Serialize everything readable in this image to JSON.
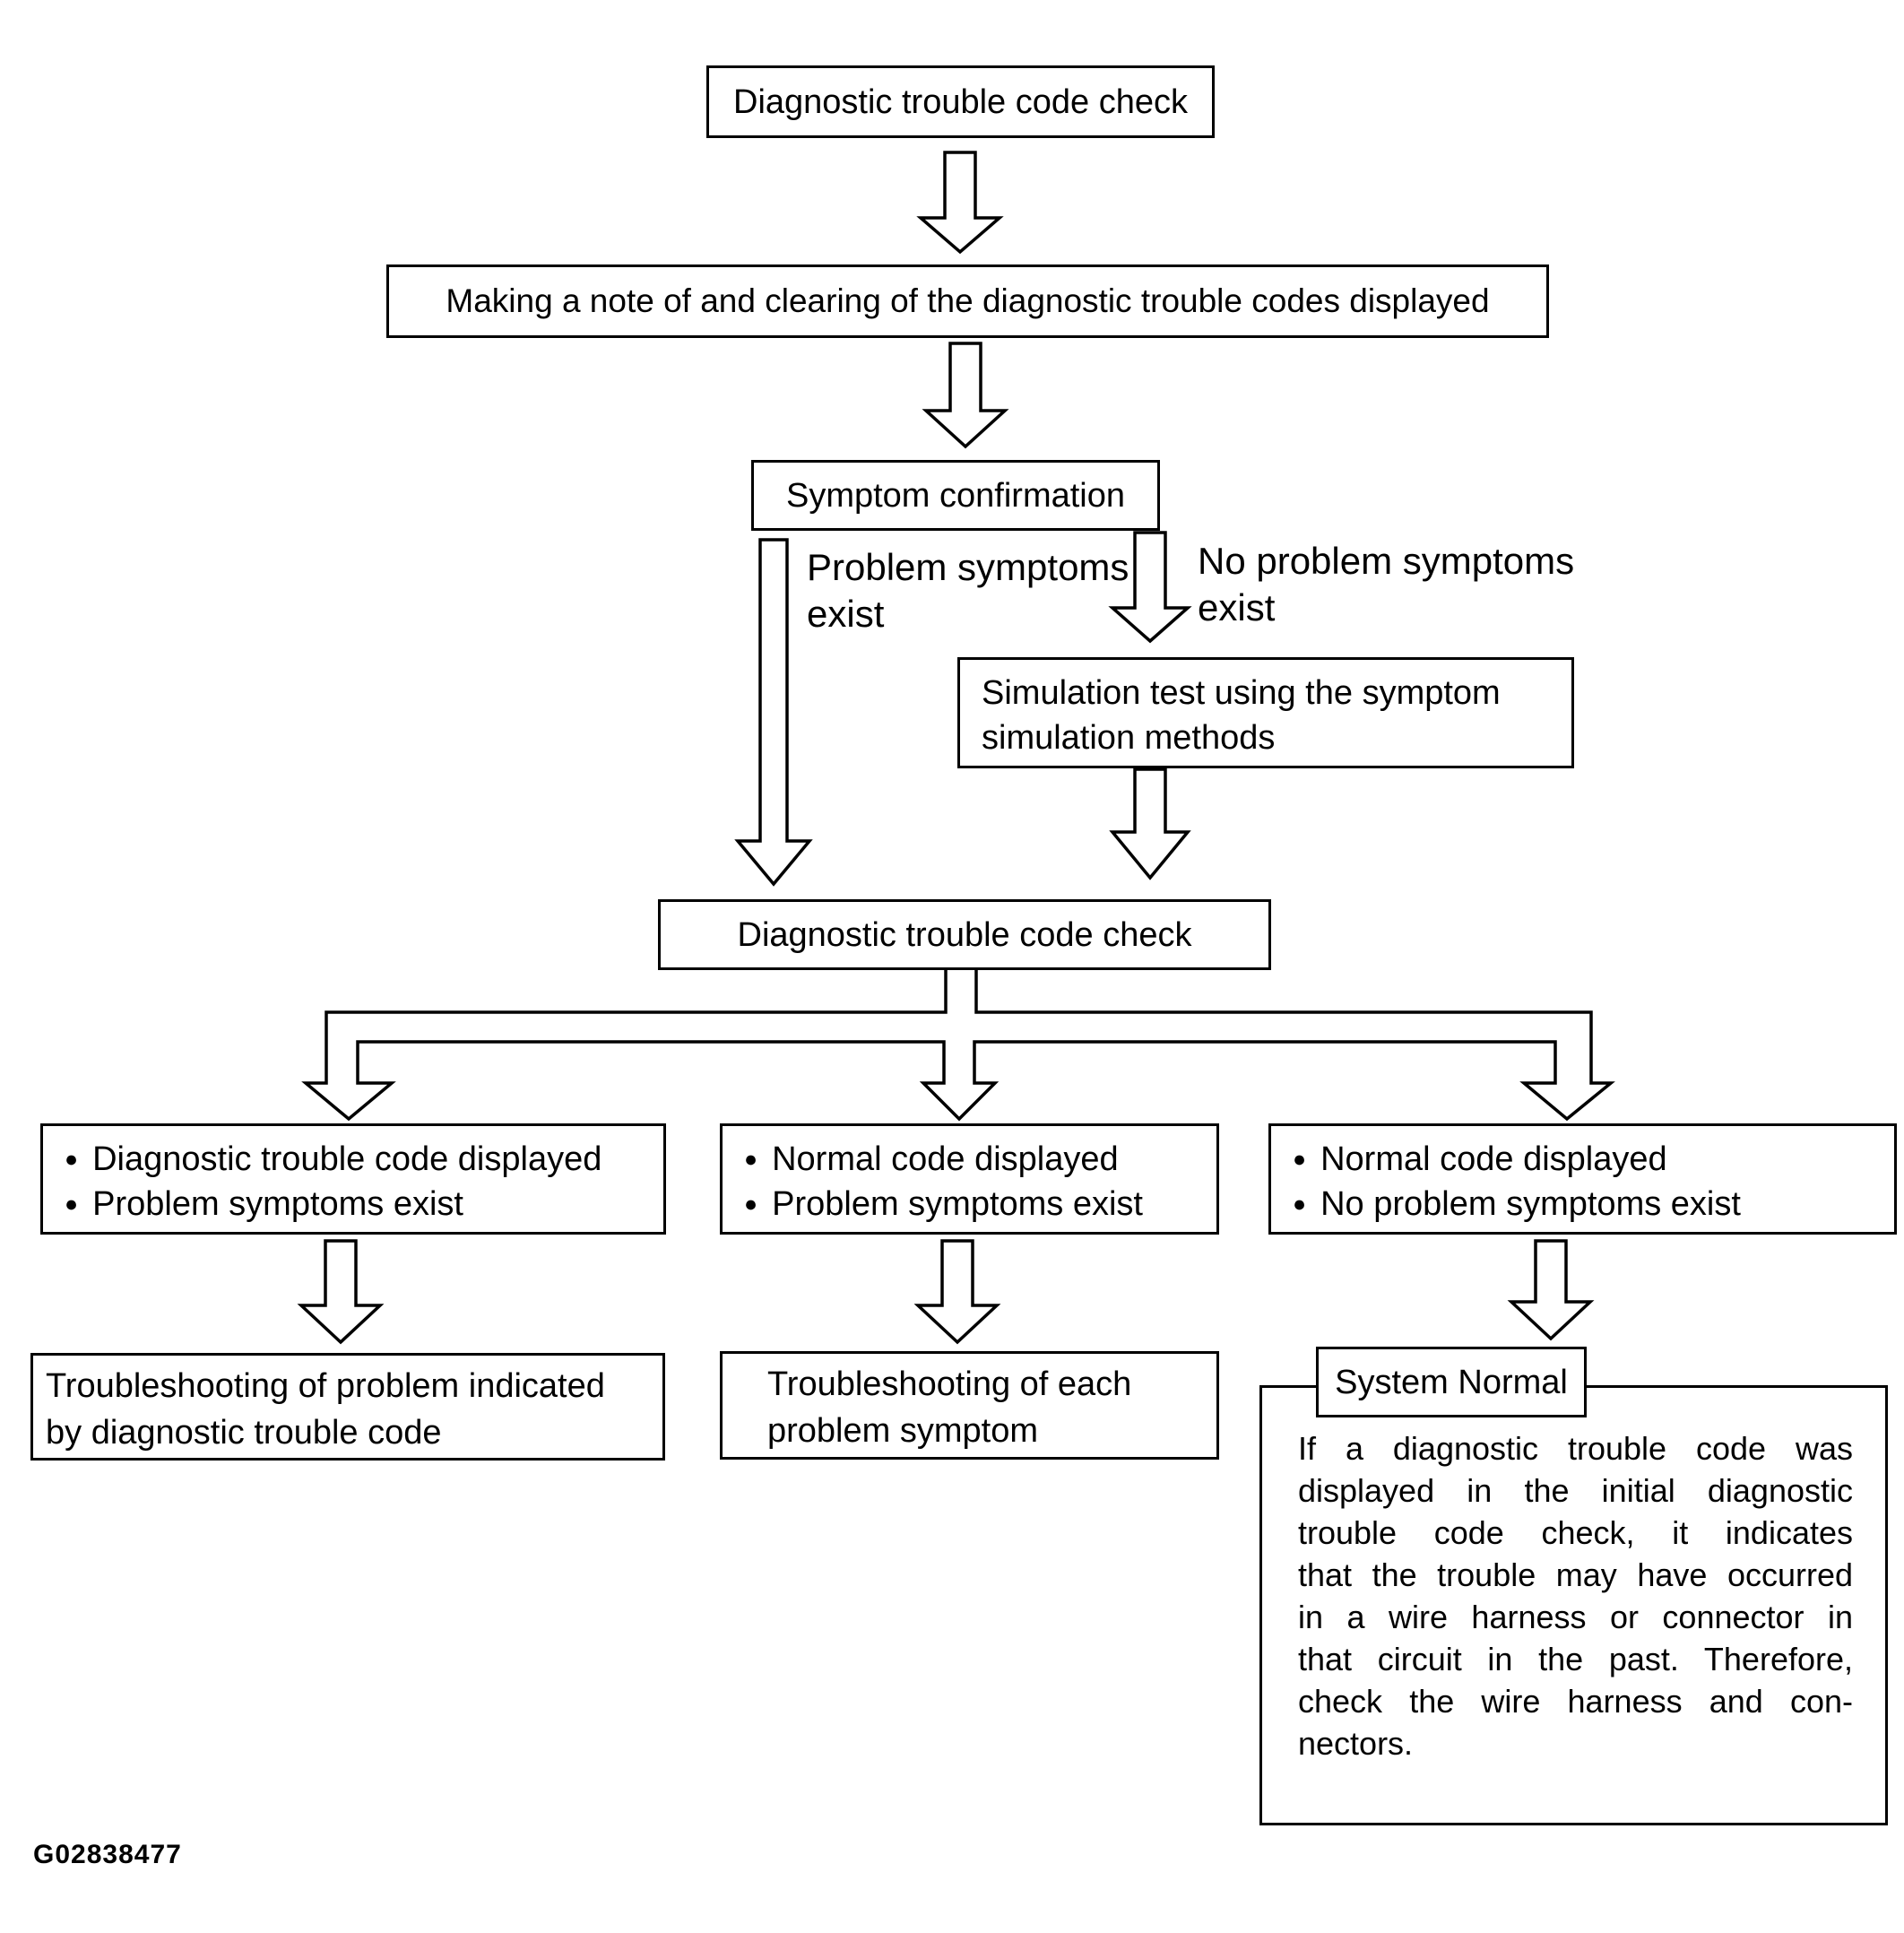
{
  "figure_id": "G02838477",
  "flowchart": {
    "bullet": "●",
    "nodes": {
      "dtc_check_top": {
        "label": "Diagnostic trouble code check"
      },
      "note_and_clear": {
        "label": "Making a note of and clearing of the diagnostic trouble codes displayed"
      },
      "symptom_confirmation": {
        "label": "Symptom confirmation"
      },
      "simulation_test": {
        "lines": [
          "Simulation test using the symptom",
          "simulation methods"
        ]
      },
      "dtc_check_mid": {
        "label": "Diagnostic trouble code check"
      },
      "case_dtc_problem": {
        "items": [
          "Diagnostic trouble code displayed",
          "Problem symptoms exist"
        ]
      },
      "case_normal_problem": {
        "items": [
          "Normal code displayed",
          "Problem symptoms exist"
        ]
      },
      "case_normal_no_problem": {
        "items": [
          "Normal code displayed",
          "No problem symptoms exist"
        ]
      },
      "troubleshoot_by_dtc": {
        "lines": [
          "Troubleshooting of problem indicated",
          "by diagnostic trouble code"
        ]
      },
      "troubleshoot_each_symptom": {
        "lines": [
          "Troubleshooting of each",
          "problem symptom"
        ]
      },
      "system_normal": {
        "label": "System Normal",
        "note_lines": [
          "If a diagnostic trouble code was",
          "displayed in the initial diagnostic",
          "trouble code check, it indicates",
          "that the trouble may have occurred",
          "in a wire harness or connector in",
          "that circuit in the past. Therefore,",
          "check the wire harness and con-",
          "nectors."
        ]
      }
    },
    "edge_labels": {
      "problem": {
        "lines": [
          "Problem symptoms",
          "exist"
        ]
      },
      "no_problem": {
        "lines": [
          "No problem symptoms",
          "exist"
        ]
      }
    }
  }
}
